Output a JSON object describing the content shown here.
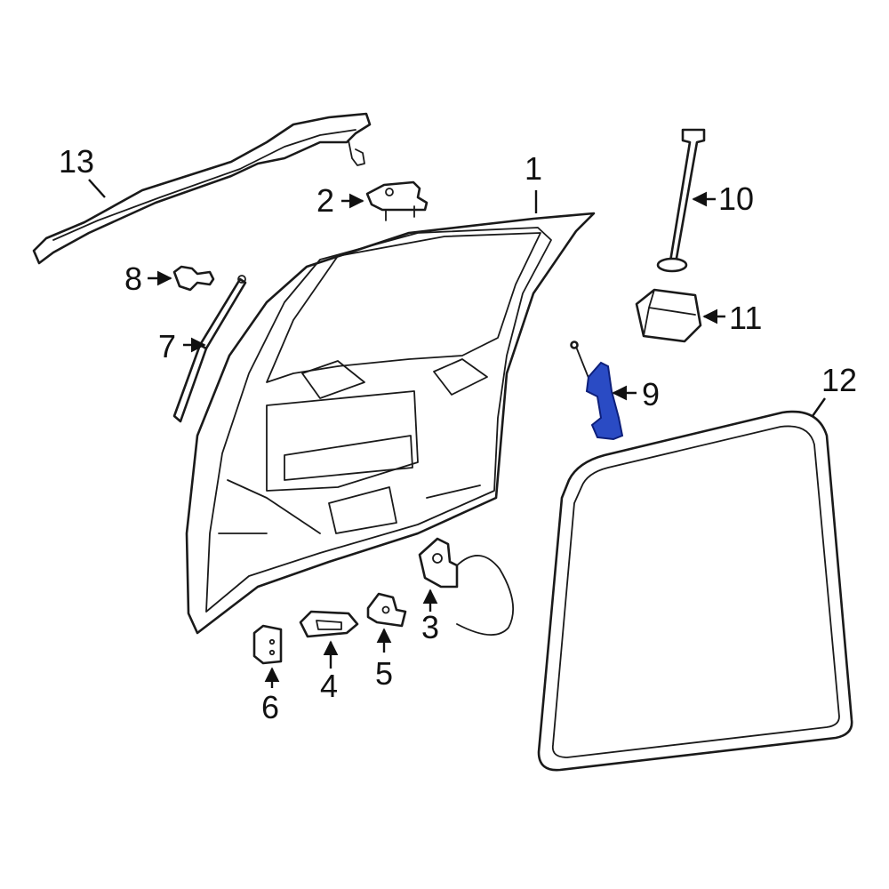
{
  "colors": {
    "line": "#1a1a1a",
    "highlight_fill": "#2a4bc4",
    "highlight_stroke": "#0d1f7a",
    "background": "#ffffff"
  },
  "callouts": {
    "c1": "1",
    "c2": "2",
    "c3": "3",
    "c4": "4",
    "c5": "5",
    "c6": "6",
    "c7": "7",
    "c8": "8",
    "c9": "9",
    "c10": "10",
    "c11": "11",
    "c12": "12",
    "c13": "13"
  },
  "highlighted_part": "9"
}
